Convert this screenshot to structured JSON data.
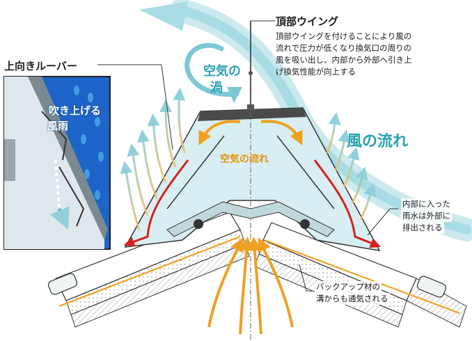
{
  "labels": {
    "top_wing_title": "頂部ウイング",
    "top_wing_desc": "頂部ウイングを付けることにより風の流れで圧力が低くなり換気口の周りの風を吸い出し、内部から外部へ引き上げ換気性能が向上する",
    "air_vortex_line1": "空気の",
    "air_vortex_line2": "渦",
    "wind_flow": "風の流れ",
    "air_flow": "空気の流れ",
    "upward_louver": "上向きルーバー",
    "blown_rain_line1": "吹き上げる",
    "blown_rain_line2": "風雨",
    "drain_line1": "内部に入った",
    "drain_line2": "雨水は外部に",
    "drain_line3": "排出される",
    "backup_line1": "バックアップ材の",
    "backup_line2": "溝からも通気される"
  },
  "colors": {
    "wind_teal": "#7cc8d4",
    "label_teal": "#2aa0b4",
    "air_orange": "#f0a020",
    "rain_red": "#d81e1e",
    "inset_blue": "#1e64c8",
    "structure_line": "#333333"
  }
}
